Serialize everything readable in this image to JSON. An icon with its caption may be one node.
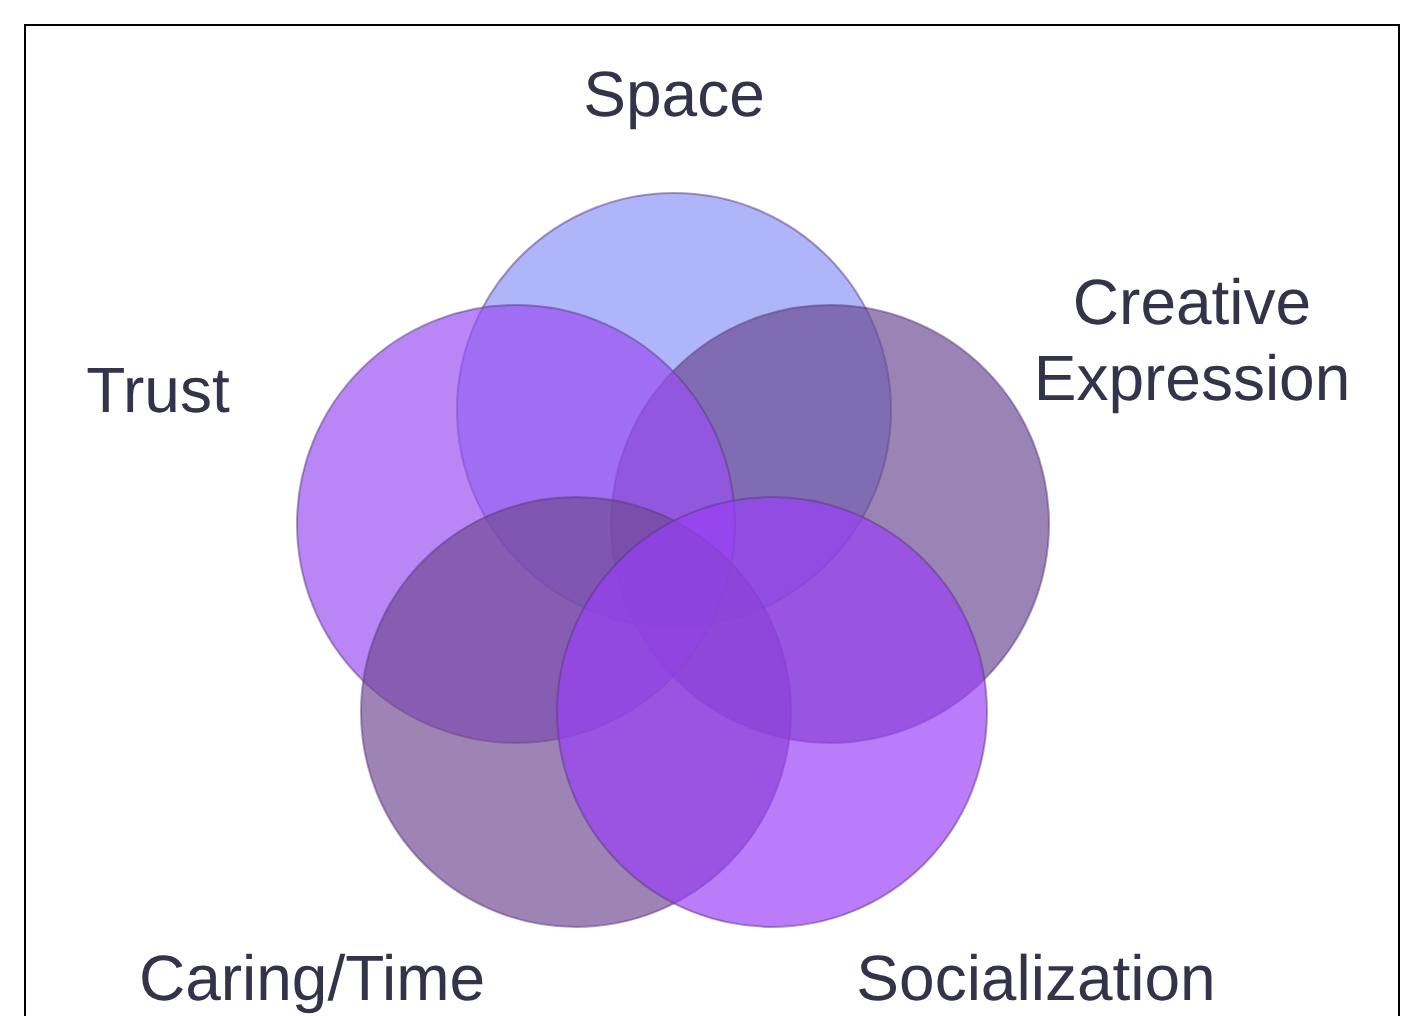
{
  "diagram": {
    "nodes": [
      {
        "text": [
          "Space"
        ]
      },
      {
        "text": [
          "Creative Expression"
        ]
      },
      {
        "text": [
          "Trust"
        ]
      },
      {
        "text": [
          "Caring/Time"
        ]
      },
      {
        "text": [
          "Socialization"
        ]
      }
    ],
    "edges": []
  }
}
